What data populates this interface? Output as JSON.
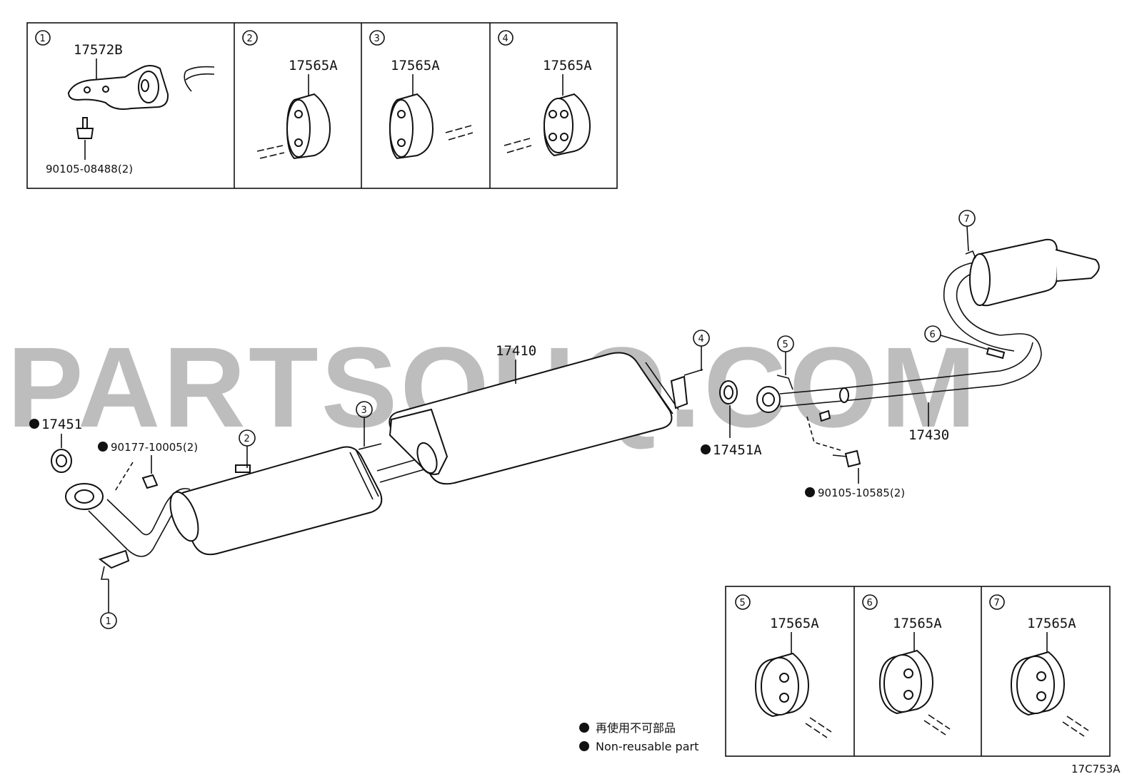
{
  "watermark": "PARTSOUQ.COM",
  "diagram_code": "17C753A",
  "legend": {
    "line1": "再使用不可部品",
    "line2": "Non-reusable part"
  },
  "inset_top": [
    {
      "index": "1",
      "part": "17572B",
      "sub_part": "90105-08488(2)"
    },
    {
      "index": "2",
      "part": "17565A"
    },
    {
      "index": "3",
      "part": "17565A"
    },
    {
      "index": "4",
      "part": "17565A"
    }
  ],
  "inset_bottom": [
    {
      "index": "5",
      "part": "17565A"
    },
    {
      "index": "6",
      "part": "17565A"
    },
    {
      "index": "7",
      "part": "17565A"
    }
  ],
  "callouts": {
    "c1": "1",
    "c2": "2",
    "c3": "3",
    "c4": "4",
    "c5": "5",
    "c6": "6",
    "c7": "7"
  },
  "parts": {
    "gasket_front": "17451",
    "nut": "90177-10005(2)",
    "center_pipe": "17410",
    "gasket_rear": "17451A",
    "tail_pipe": "17430",
    "bolt": "90105-10585(2)"
  }
}
